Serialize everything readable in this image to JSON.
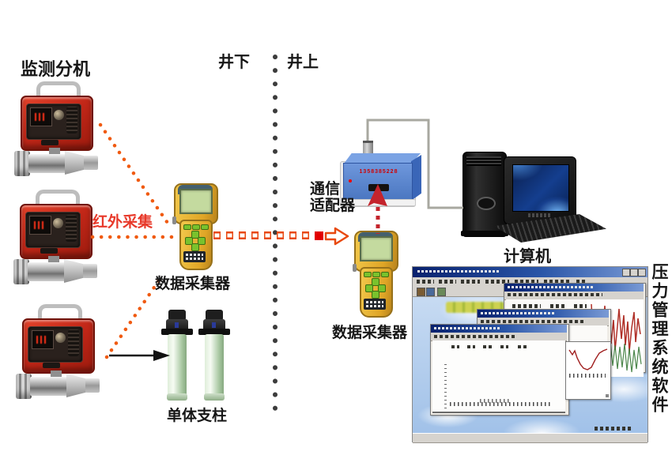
{
  "labels": {
    "monitoring_unit": "监测分机",
    "underground": "井下",
    "surface": "井上",
    "infrared": "红外采集",
    "collector_left": "数据采集器",
    "collector_right": "数据采集器",
    "props": "单体支柱",
    "adapter_l1": "通信",
    "adapter_l2": "适配器",
    "adapter_code": "1358385228",
    "computer": "计算机",
    "software": "压力管理系统软件"
  },
  "colors": {
    "device_red": "#c22718",
    "collector_yellow": "#e4b23a",
    "adapter_blue": "#5b84cc",
    "orange_dots": "#f05a10",
    "red_arrow": "#c4242c",
    "divider_dot": "#3c3c3c",
    "infrared_label": "#e8392a",
    "win_titlebar": "#0a246a"
  }
}
